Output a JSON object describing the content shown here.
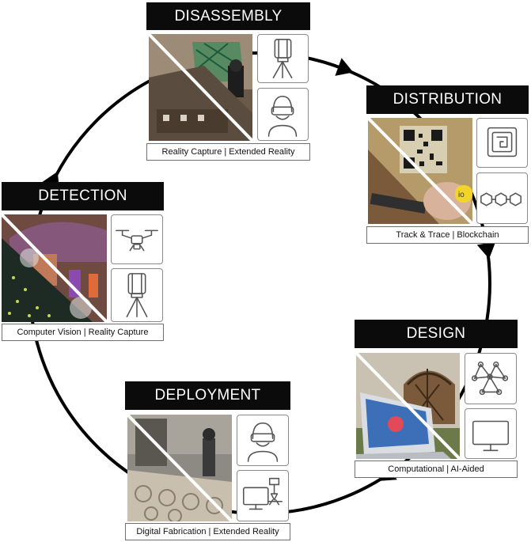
{
  "stages": [
    {
      "id": "disassembly",
      "title": "DISASSEMBLY",
      "caption": "Reality Capture | Extended Reality",
      "icons": [
        "laser-scanner-icon",
        "vr-headset-user-icon"
      ]
    },
    {
      "id": "distribution",
      "title": "DISTRIBUTION",
      "caption": "Track & Trace | Blockchain",
      "photo_badge": "io",
      "icons": [
        "rfid-chip-icon",
        "blockchain-icon"
      ]
    },
    {
      "id": "design",
      "title": "DESIGN",
      "caption": "Computational | AI-Aided",
      "icons": [
        "neural-network-icon",
        "computer-monitor-icon"
      ]
    },
    {
      "id": "deployment",
      "title": "DEPLOYMENT",
      "caption": "Digital Fabrication | Extended Reality",
      "icons": [
        "vr-headset-user-icon",
        "cnc-machine-icon"
      ]
    },
    {
      "id": "detection",
      "title": "DETECTION",
      "caption": "Computer Vision | Reality Capture",
      "icons": [
        "drone-icon",
        "laser-scanner-icon"
      ]
    }
  ],
  "colors": {
    "title_bg": "#0b0b0b",
    "title_text": "#ffffff",
    "cycle_line": "#000000",
    "icon_stroke": "#555555"
  }
}
